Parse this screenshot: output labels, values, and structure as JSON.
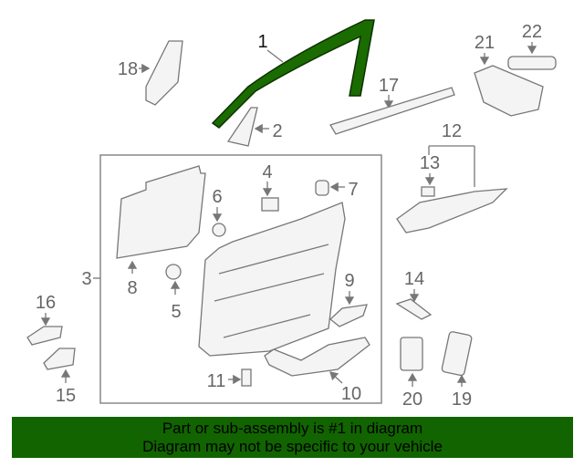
{
  "diagram": {
    "callouts": [
      "1",
      "2",
      "3",
      "4",
      "5",
      "6",
      "7",
      "8",
      "9",
      "10",
      "11",
      "12",
      "13",
      "14",
      "15",
      "16",
      "17",
      "18",
      "19",
      "20",
      "21",
      "22"
    ],
    "highlighted_part": "1",
    "highlight_color": "#1a6b00",
    "line_color": "#777777"
  },
  "banner": {
    "line1": "Part or sub-assembly is #1 in diagram",
    "line2": "Diagram may not be specific to your vehicle",
    "background": "#116400"
  }
}
